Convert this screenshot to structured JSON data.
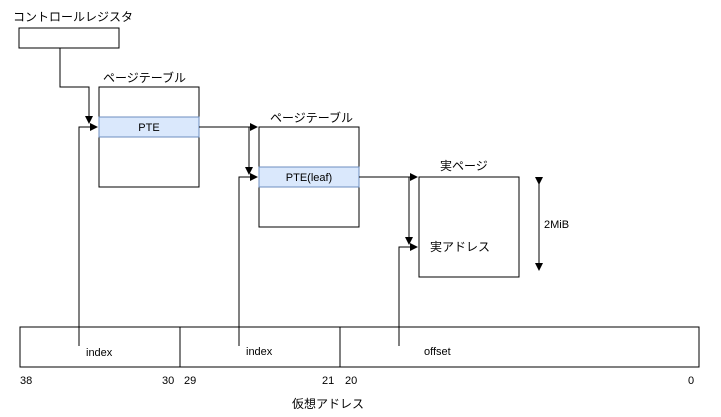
{
  "labels": {
    "control_register": "コントロールレジスタ",
    "page_table_1": "ページテーブル",
    "page_table_2": "ページテーブル",
    "pte_1": "PTE",
    "pte_2": "PTE(leaf)",
    "physical_page": "実ページ",
    "physical_address": "実アドレス",
    "page_size": "2MiB",
    "virtual_address": "仮想アドレス"
  },
  "fields": [
    {
      "name": "index",
      "high": "38",
      "low": "30"
    },
    {
      "name": "index",
      "high": "29",
      "low": "21"
    },
    {
      "name": "offset",
      "high": "20",
      "low": "0"
    }
  ],
  "colors": {
    "pte_fill": "#dae8fc",
    "pte_stroke": "#6c8ebf",
    "line": "#000000"
  }
}
